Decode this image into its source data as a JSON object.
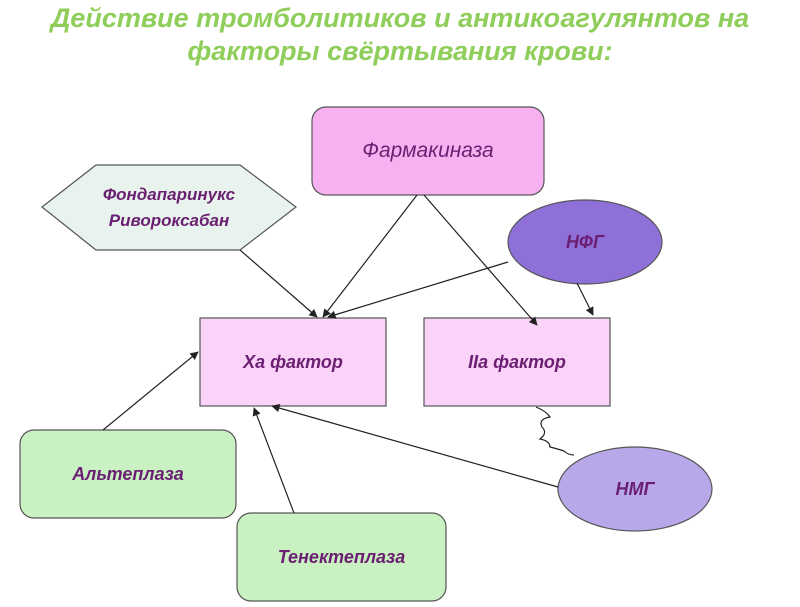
{
  "title": {
    "line1": "Действие тромболитиков  и антикоагулянтов на",
    "line2": "факторы свёртывания крови:",
    "color": "#8fce5a"
  },
  "nodes": {
    "farmakinaza": {
      "label": "Фармакиназа",
      "fill": "#f8b1f0"
    },
    "fondaparinux": {
      "line1": "Фондапаринукс",
      "line2": "Ривороксабан",
      "fill": "#e7f3ec"
    },
    "nfg": {
      "label": "НФГ",
      "fill": "#8f70d8"
    },
    "xa": {
      "label": "Ха фактор",
      "fill": "#fbd3f8"
    },
    "iia": {
      "label": "IIa фактор",
      "fill": "#fbd3f8"
    },
    "alteplaza": {
      "label": "Альтеплаза",
      "fill": "#c9f1c2"
    },
    "tenekteplaza": {
      "label": "Тенектеплаза",
      "fill": "#c9f1c2"
    },
    "nmg": {
      "label": "НМГ",
      "fill": "#b8a8ea"
    }
  },
  "text_color": "#6b1f72",
  "edges": [
    {
      "from": "farmakinaza",
      "to": "xa"
    },
    {
      "from": "farmakinaza",
      "to": "iia"
    },
    {
      "from": "fondaparinux",
      "to": "xa"
    },
    {
      "from": "nfg",
      "to": "xa"
    },
    {
      "from": "nfg",
      "to": "iia"
    },
    {
      "from": "alteplaza",
      "to": "xa"
    },
    {
      "from": "tenekteplaza",
      "to": "xa"
    },
    {
      "from": "nmg",
      "to": "xa"
    },
    {
      "from": "nmg",
      "to": "iia",
      "style": "wavy"
    }
  ]
}
